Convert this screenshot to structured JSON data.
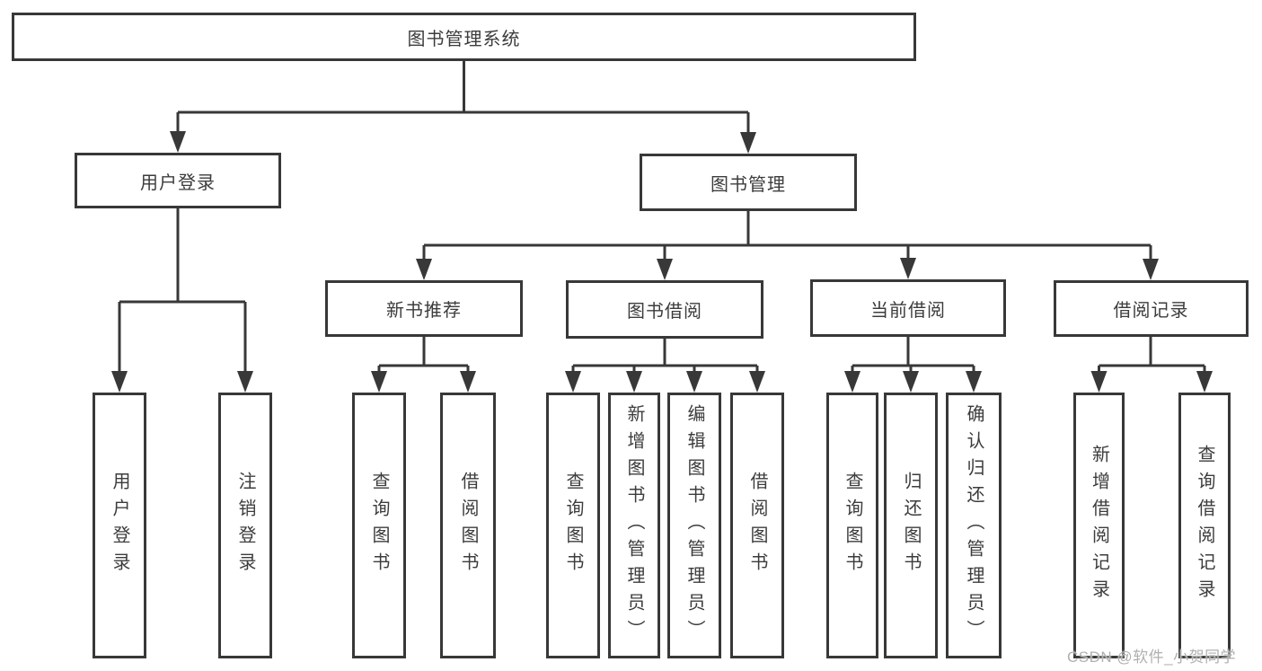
{
  "title": "图书管理系统",
  "tree": {
    "label": "图书管理系统",
    "children": [
      {
        "label": "用户登录",
        "children": [
          {
            "label": "用户登录"
          },
          {
            "label": "注销登录"
          }
        ]
      },
      {
        "label": "图书管理",
        "children": [
          {
            "label": "新书推荐",
            "children": [
              {
                "label": "查询图书"
              },
              {
                "label": "借阅图书"
              }
            ]
          },
          {
            "label": "图书借阅",
            "children": [
              {
                "label": "查询图书"
              },
              {
                "label": "新增图书（管理员）"
              },
              {
                "label": "编辑图书（管理员）"
              },
              {
                "label": "借阅图书"
              }
            ]
          },
          {
            "label": "当前借阅",
            "children": [
              {
                "label": "查询图书"
              },
              {
                "label": "归还图书"
              },
              {
                "label": "确认归还（管理员）"
              }
            ]
          },
          {
            "label": "借阅记录",
            "children": [
              {
                "label": "新增借阅记录"
              },
              {
                "label": "查询借阅记录"
              }
            ]
          }
        ]
      }
    ]
  },
  "watermark": {
    "text": "CSDN @软件_小贺同学"
  },
  "colors": {
    "line": "#383838",
    "text": "#3c3c3c",
    "box_fill": "#ffffff",
    "watermark": "#b0b0b0",
    "background": "#ffffff"
  }
}
